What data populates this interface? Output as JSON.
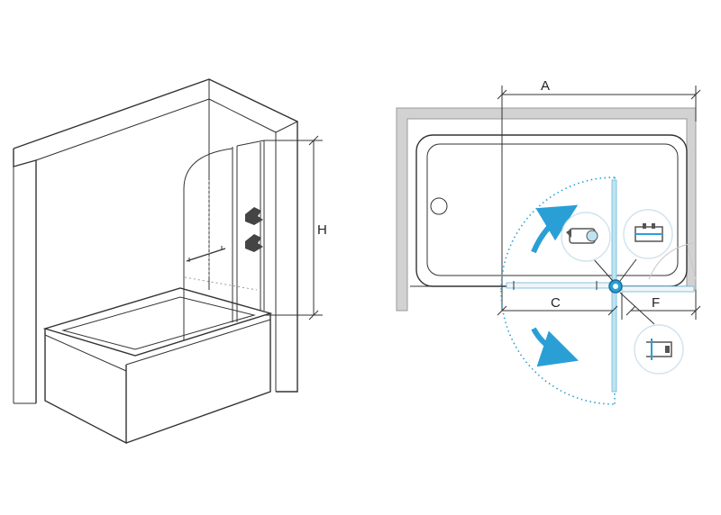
{
  "dimensions": {
    "height_label": "H",
    "width_label": "A",
    "door_label": "C",
    "fixed_label": "F"
  },
  "colors": {
    "line": "#333333",
    "accent_blue": "#2a9fd6",
    "glass_blue": "#9fd3ea",
    "wall_gray": "#c8c8c8"
  }
}
